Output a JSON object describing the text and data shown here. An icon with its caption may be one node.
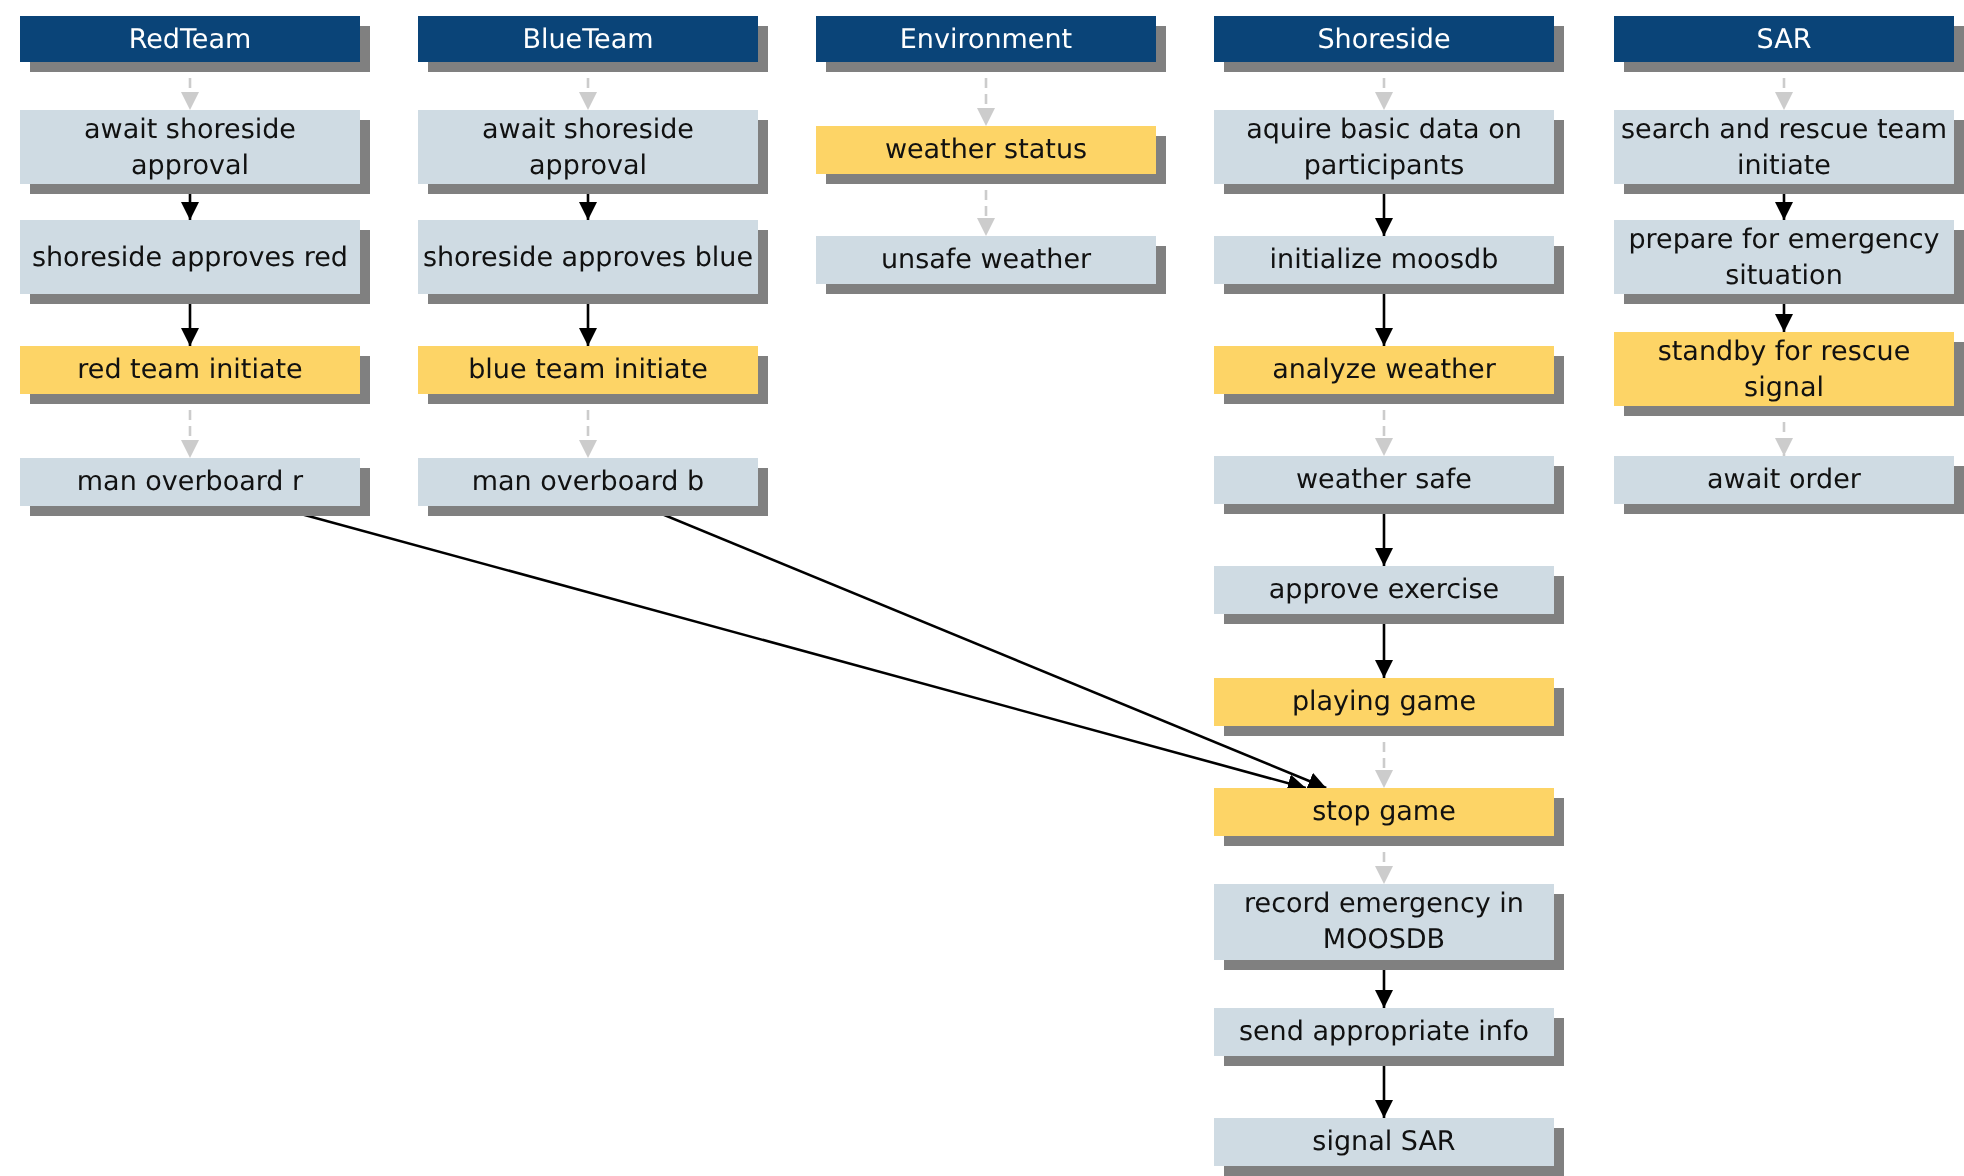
{
  "diagram": {
    "nodes": [
      {
        "text": [
          "RedTeam"
        ]
      },
      {
        "text": [
          "await shoreside approval"
        ]
      },
      {
        "text": [
          "shoreside approves red"
        ]
      },
      {
        "text": [
          "red team initiate"
        ]
      },
      {
        "text": [
          "man overboard r"
        ]
      },
      {
        "text": [
          "BlueTeam"
        ]
      },
      {
        "text": [
          "await shoreside approval"
        ]
      },
      {
        "text": [
          "shoreside approves blue"
        ]
      },
      {
        "text": [
          "blue team initiate"
        ]
      },
      {
        "text": [
          "man overboard b"
        ]
      },
      {
        "text": [
          "Environment"
        ]
      },
      {
        "text": [
          "weather status"
        ]
      },
      {
        "text": [
          "unsafe weather"
        ]
      },
      {
        "text": [
          "Shoreside"
        ]
      },
      {
        "text": [
          "aquire basic data on participants"
        ]
      },
      {
        "text": [
          "initialize moosdb"
        ]
      },
      {
        "text": [
          "analyze weather"
        ]
      },
      {
        "text": [
          "weather safe"
        ]
      },
      {
        "text": [
          "approve exercise"
        ]
      },
      {
        "text": [
          "playing game"
        ]
      },
      {
        "text": [
          "stop game"
        ]
      },
      {
        "text": [
          "record emergency in MOOSDB"
        ]
      },
      {
        "text": [
          "send appropriate info"
        ]
      },
      {
        "text": [
          "signal SAR"
        ]
      },
      {
        "text": [
          "SAR"
        ]
      },
      {
        "text": [
          "search and rescue team initiate"
        ]
      },
      {
        "text": [
          "prepare for emergency situation"
        ]
      },
      {
        "text": [
          "standby for rescue signal"
        ]
      },
      {
        "text": [
          "await order"
        ]
      }
    ],
    "edges": [
      {
        "from": 0,
        "to": 1,
        "arrow": "to",
        "style": "dashed",
        "color": "#cccccc"
      },
      {
        "from": 1,
        "to": 2,
        "arrow": "to"
      },
      {
        "from": 2,
        "to": 3,
        "arrow": "to"
      },
      {
        "from": 3,
        "to": 4,
        "arrow": "to",
        "style": "dashed",
        "color": "#cccccc"
      },
      {
        "from": 5,
        "to": 6,
        "arrow": "to",
        "style": "dashed",
        "color": "#cccccc"
      },
      {
        "from": 6,
        "to": 7,
        "arrow": "to"
      },
      {
        "from": 7,
        "to": 8,
        "arrow": "to"
      },
      {
        "from": 8,
        "to": 9,
        "arrow": "to",
        "style": "dashed",
        "color": "#cccccc"
      },
      {
        "from": 10,
        "to": 11,
        "arrow": "to",
        "style": "dashed",
        "color": "#cccccc"
      },
      {
        "from": 11,
        "to": 12,
        "arrow": "to",
        "style": "dashed",
        "color": "#cccccc"
      },
      {
        "from": 13,
        "to": 14,
        "arrow": "to",
        "style": "dashed",
        "color": "#cccccc"
      },
      {
        "from": 14,
        "to": 15,
        "arrow": "to"
      },
      {
        "from": 15,
        "to": 16,
        "arrow": "to"
      },
      {
        "from": 16,
        "to": 17,
        "arrow": "to",
        "style": "dashed",
        "color": "#cccccc"
      },
      {
        "from": 17,
        "to": 18,
        "arrow": "to"
      },
      {
        "from": 18,
        "to": 19,
        "arrow": "to"
      },
      {
        "from": 19,
        "to": 20,
        "arrow": "to",
        "style": "dashed",
        "color": "#cccccc"
      },
      {
        "from": 20,
        "to": 21,
        "arrow": "to",
        "style": "dashed",
        "color": "#cccccc"
      },
      {
        "from": 21,
        "to": 22,
        "arrow": "to"
      },
      {
        "from": 22,
        "to": 23,
        "arrow": "to"
      },
      {
        "from": 24,
        "to": 25,
        "arrow": "to",
        "style": "dashed",
        "color": "#cccccc"
      },
      {
        "from": 25,
        "to": 26,
        "arrow": "to"
      },
      {
        "from": 26,
        "to": 27,
        "arrow": "to"
      },
      {
        "from": 27,
        "to": 28,
        "arrow": "to",
        "style": "dashed",
        "color": "#cccccc"
      },
      {
        "from": 4,
        "to": 20,
        "arrow": "to"
      },
      {
        "from": 9,
        "to": 20,
        "arrow": "to"
      }
    ]
  }
}
